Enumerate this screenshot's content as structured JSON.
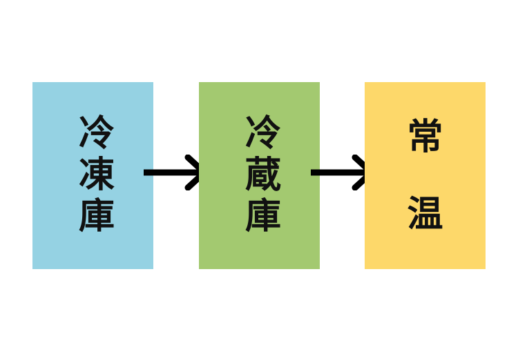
{
  "stages": [
    {
      "label": "冷凍庫",
      "chars": [
        "冷",
        "凍",
        "庫"
      ],
      "color": "#95d2e3"
    },
    {
      "label": "冷蔵庫",
      "chars": [
        "冷",
        "蔵",
        "庫"
      ],
      "color": "#a3c970"
    },
    {
      "label": "常温",
      "chars": [
        "常",
        "温"
      ],
      "color": "#fdd86a"
    }
  ]
}
